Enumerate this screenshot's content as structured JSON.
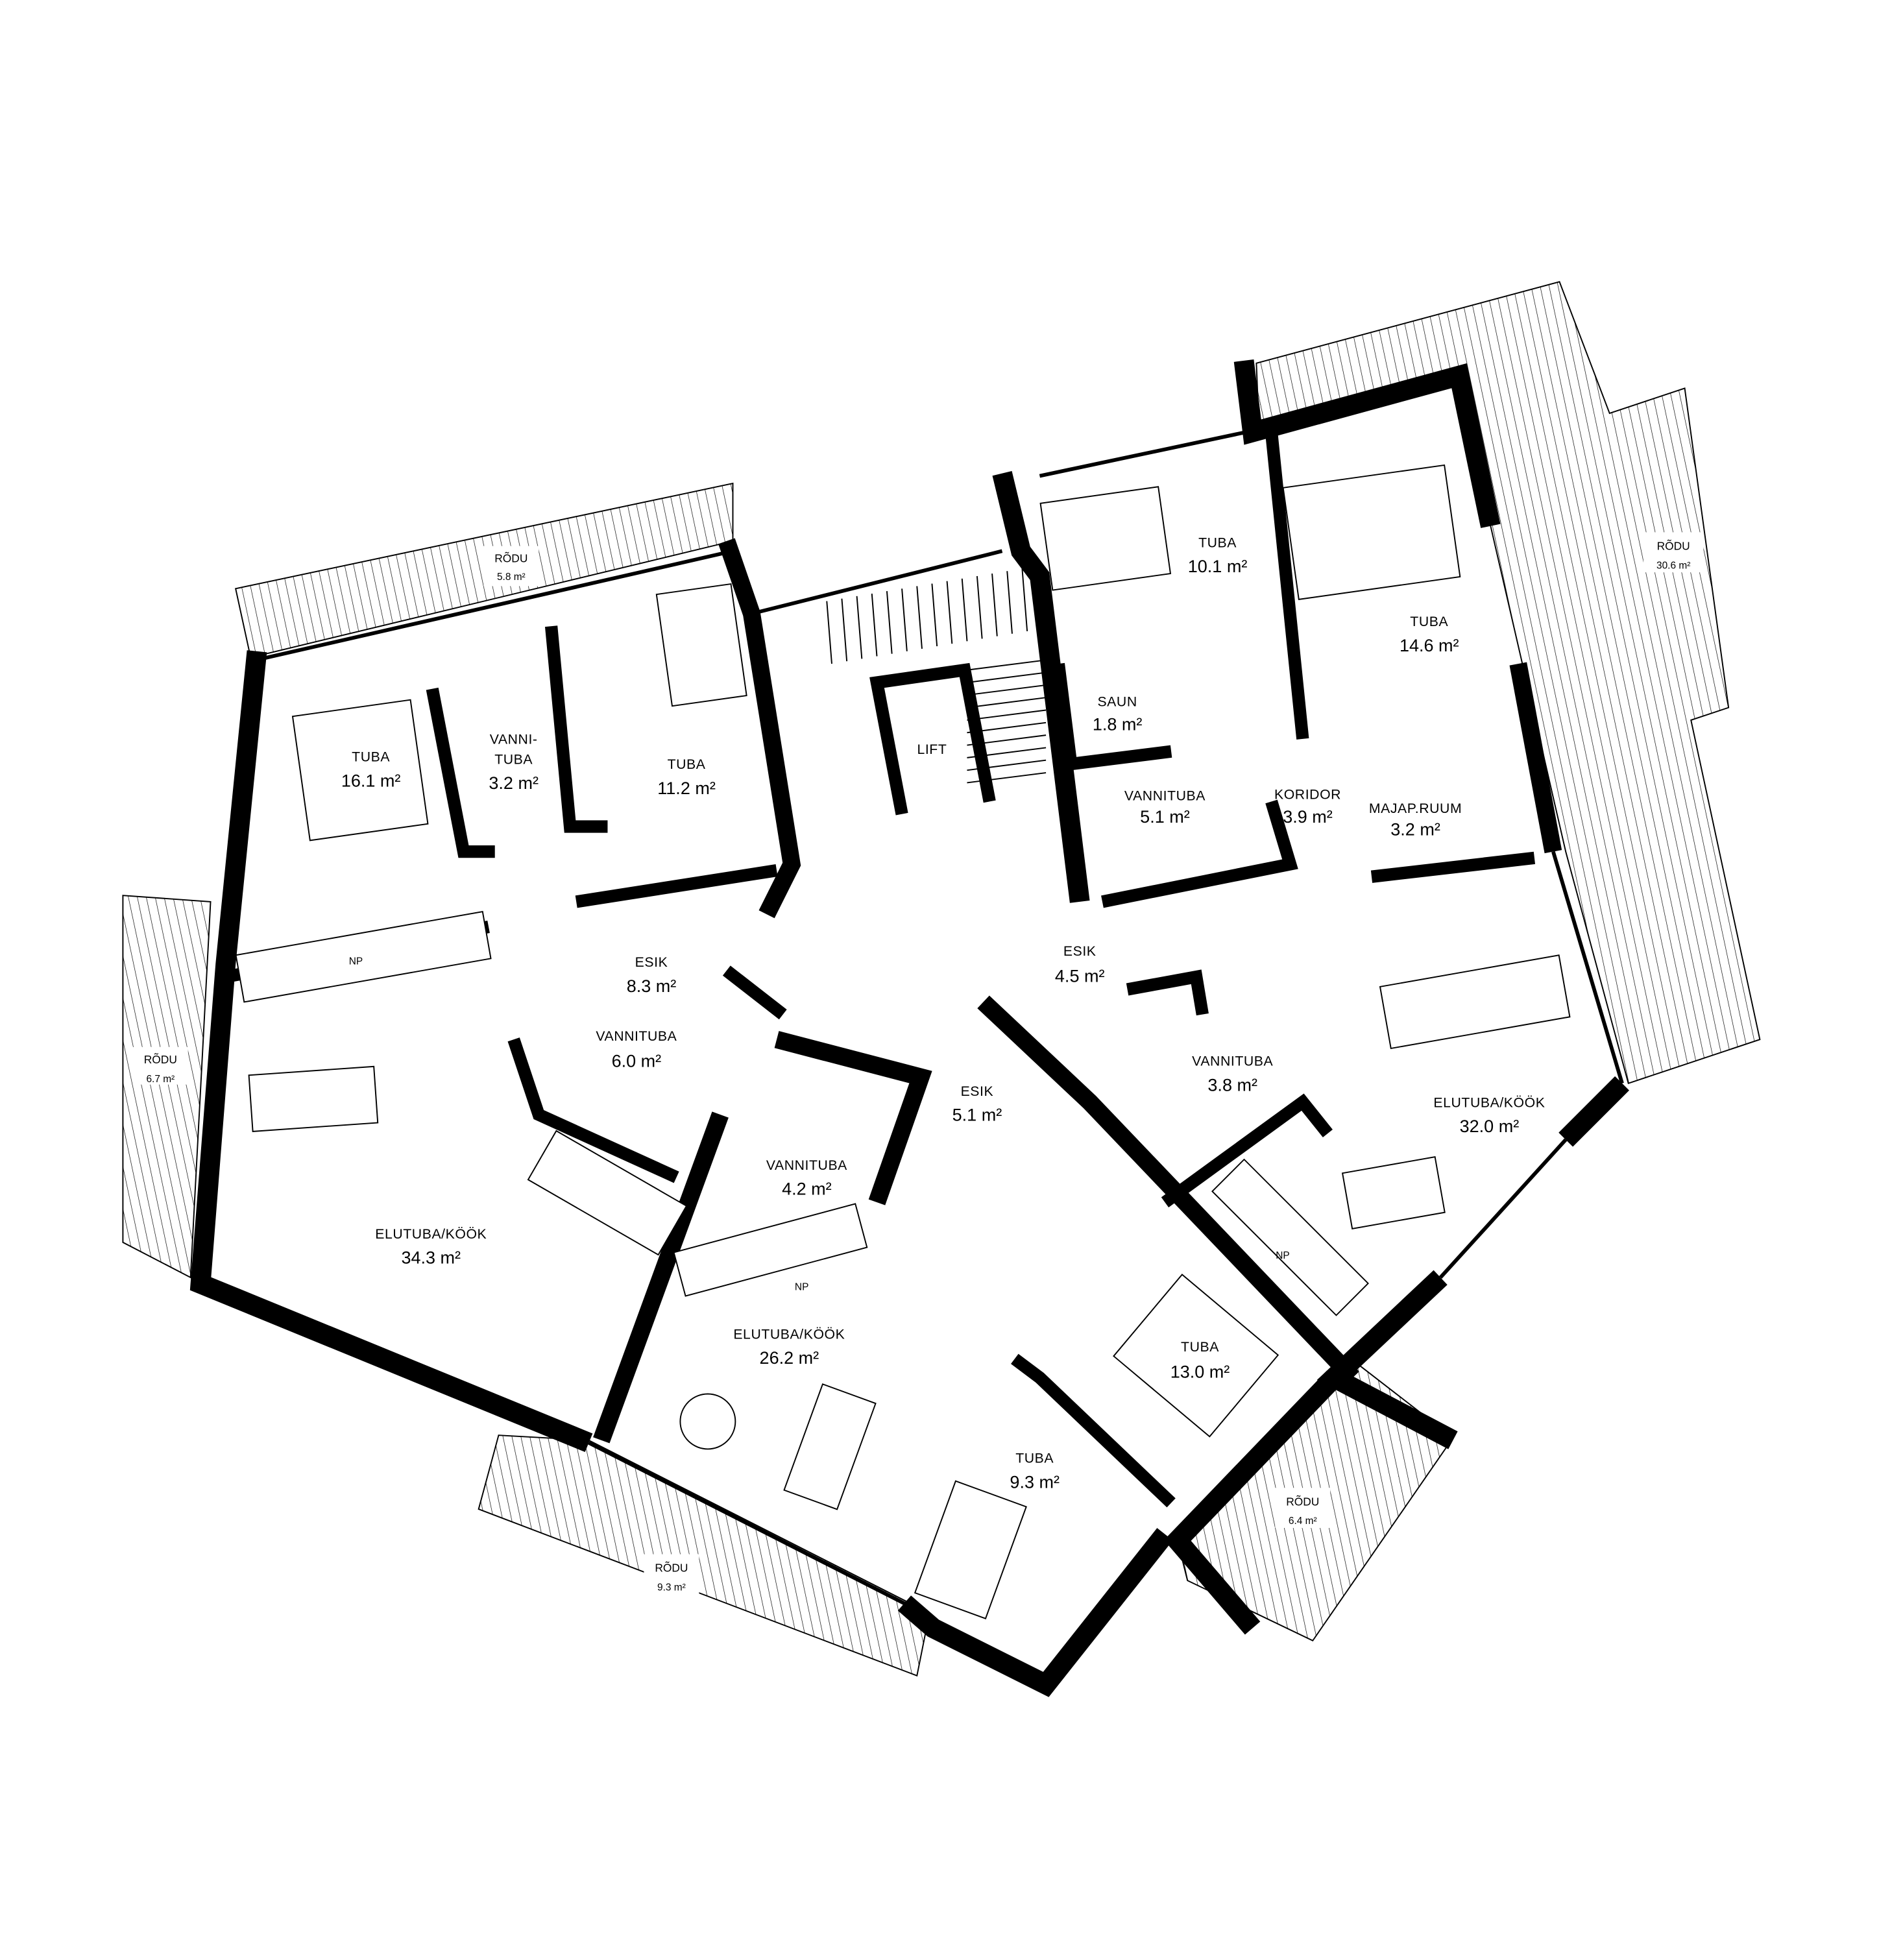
{
  "rooms": [
    {
      "name": "TUBA",
      "area": "16.1 m²"
    },
    {
      "name": "VANNI-",
      "name2": "TUBA",
      "area": "3.2 m²"
    },
    {
      "name": "TUBA",
      "area": "11.2 m²"
    },
    {
      "name": "LIFT"
    },
    {
      "name": "TUBA",
      "area": "10.1 m²"
    },
    {
      "name": "TUBA",
      "area": "14.6 m²"
    },
    {
      "name": "SAUN",
      "area": "1.8 m²"
    },
    {
      "name": "KORIDOR",
      "area": "3.9 m²"
    },
    {
      "name": "VANNITUBA",
      "area": "5.1 m²"
    },
    {
      "name": "MAJAP.RUUM",
      "area": "3.2 m²"
    },
    {
      "name": "ESIK",
      "area": "8.3 m²"
    },
    {
      "name": "ESIK",
      "area": "4.5 m²"
    },
    {
      "name": "VANNITUBA",
      "area": "6.0 m²"
    },
    {
      "name": "VANNITUBA",
      "area": "3.8 m²"
    },
    {
      "name": "ESIK",
      "area": "5.1 m²"
    },
    {
      "name": "ELUTUBA/KÖÖK",
      "area": "32.0 m²"
    },
    {
      "name": "VANNITUBA",
      "area": "4.2 m²"
    },
    {
      "name": "ELUTUBA/KÖÖK",
      "area": "34.3 m²"
    },
    {
      "name": "ELUTUBA/KÖÖK",
      "area": "26.2 m²"
    },
    {
      "name": "TUBA",
      "area": "13.0 m²"
    },
    {
      "name": "TUBA",
      "area": "9.3 m²"
    }
  ],
  "balconies": [
    {
      "name": "RÕDU",
      "area": "5.8 m²"
    },
    {
      "name": "RÕDU",
      "area": "30.6 m²"
    },
    {
      "name": "RÕDU",
      "area": "6.7 m²"
    },
    {
      "name": "RÕDU",
      "area": "6.4 m²"
    },
    {
      "name": "RÕDU",
      "area": "9.3 m²"
    }
  ],
  "appliance_label": "NP"
}
